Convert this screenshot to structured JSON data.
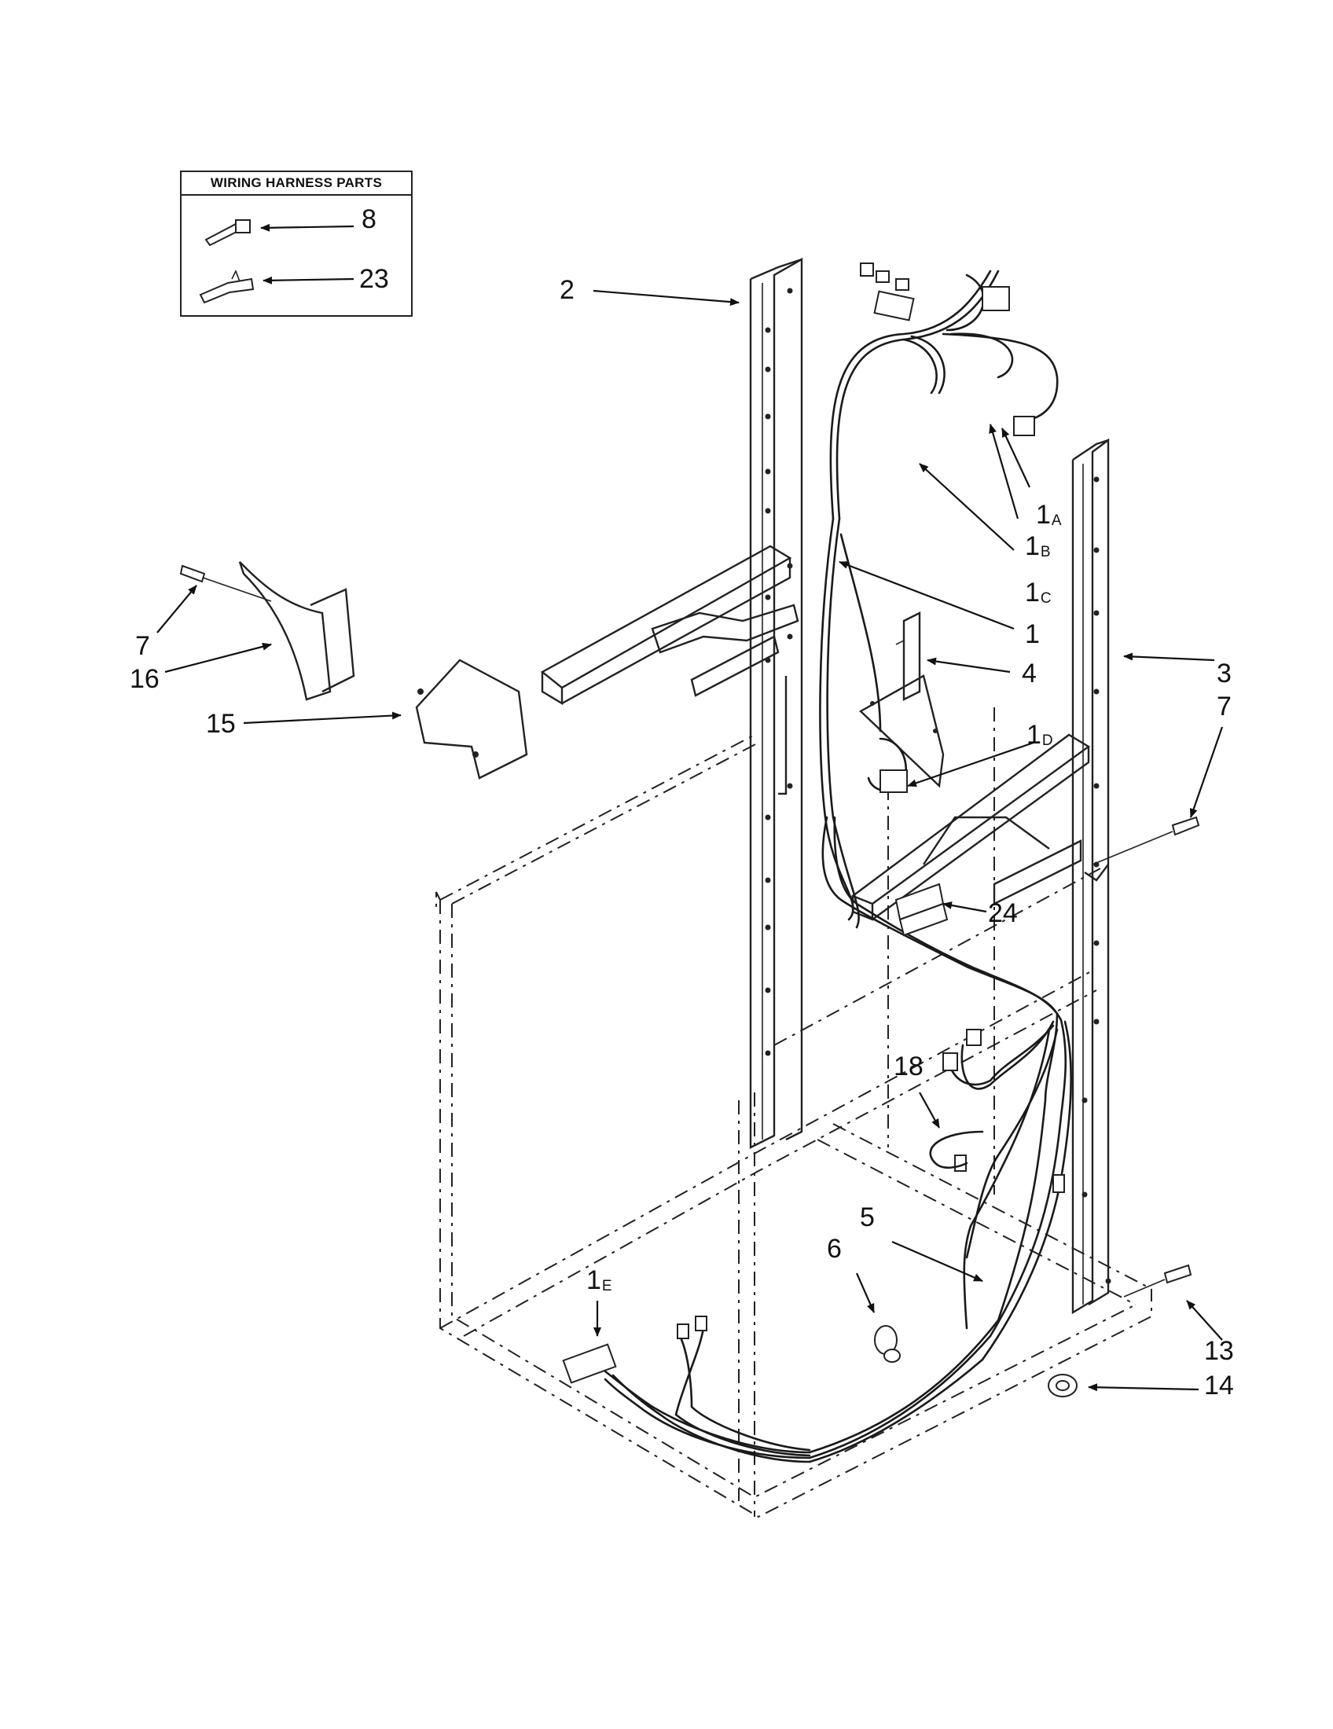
{
  "inset": {
    "title": "WIRING HARNESS PARTS",
    "items": [
      {
        "label": "8",
        "icon": "wire-tie-icon"
      },
      {
        "label": "23",
        "icon": "terminal-connector-icon"
      }
    ]
  },
  "callouts": {
    "c2": {
      "label": "2"
    },
    "c1a": {
      "label": "1",
      "sub": "A"
    },
    "c1b": {
      "label": "1",
      "sub": "B"
    },
    "c1c": {
      "label": "1",
      "sub": "C"
    },
    "c1": {
      "label": "1"
    },
    "c4": {
      "label": "4"
    },
    "c3": {
      "label": "3"
    },
    "c7r": {
      "label": "7"
    },
    "c1d": {
      "label": "1",
      "sub": "D"
    },
    "c24": {
      "label": "24"
    },
    "c7l": {
      "label": "7"
    },
    "c16": {
      "label": "16"
    },
    "c15": {
      "label": "15"
    },
    "c18": {
      "label": "18"
    },
    "c5": {
      "label": "5"
    },
    "c6": {
      "label": "6"
    },
    "c1e": {
      "label": "1",
      "sub": "E"
    },
    "c13": {
      "label": "13"
    },
    "c14": {
      "label": "14"
    }
  },
  "colors": {
    "line": "#222222",
    "background": "#ffffff"
  }
}
